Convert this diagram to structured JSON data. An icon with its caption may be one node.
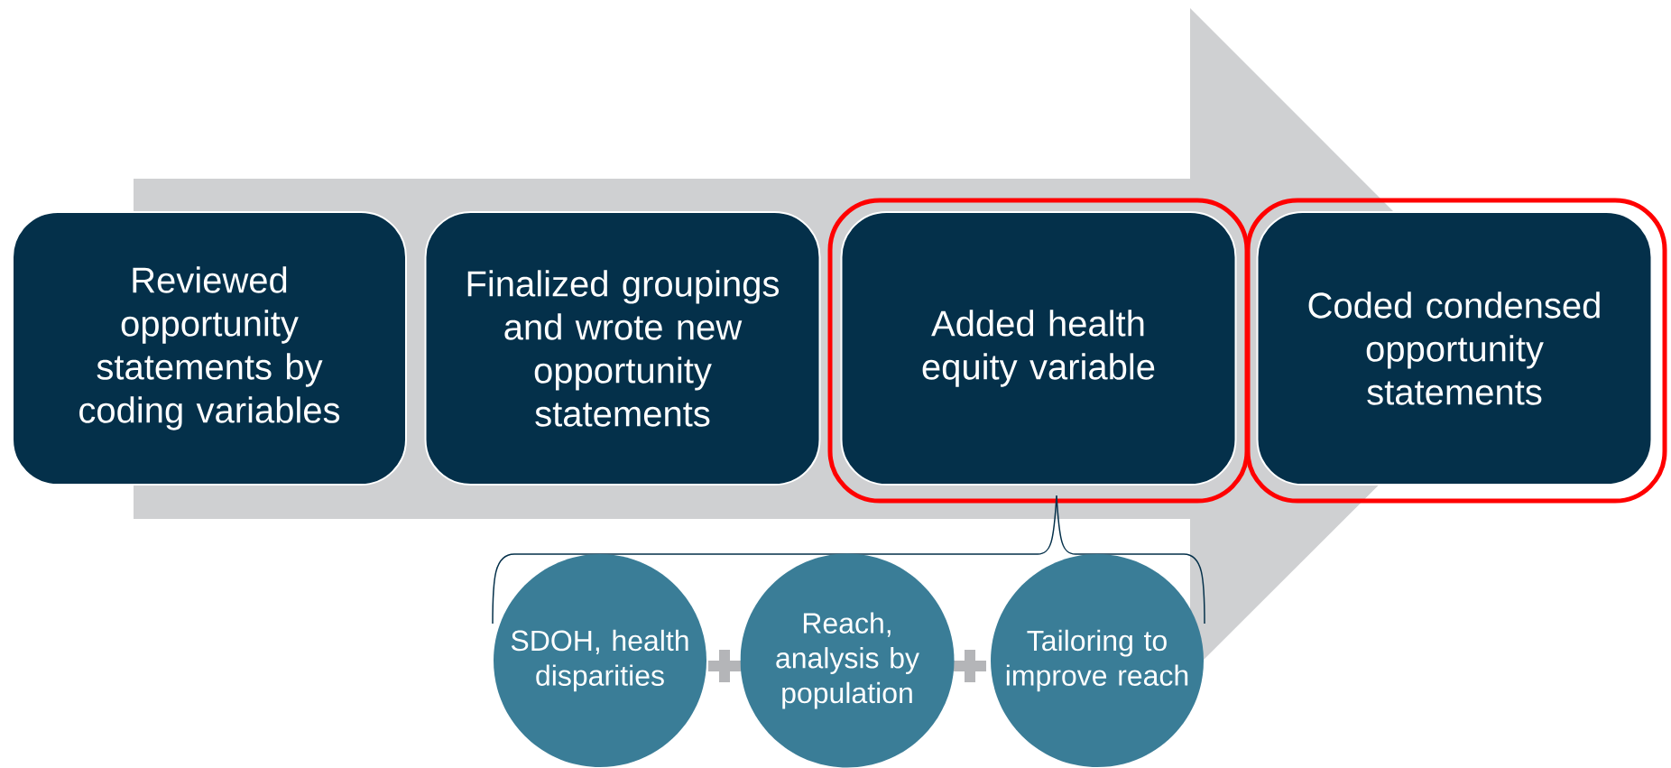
{
  "diagram": {
    "nodes": [
      {
        "text": [
          "Reviewed opportunity statements by coding variables"
        ]
      },
      {
        "text": [
          "Finalized groupings and wrote new opportunity statements"
        ]
      },
      {
        "text": [
          "Added health equity variable"
        ]
      },
      {
        "text": [
          "Coded condensed opportunity statements"
        ]
      },
      {
        "text": [
          "SDOH, health disparities"
        ]
      },
      {
        "text": [
          "Reach, analysis by population"
        ]
      },
      {
        "text": [
          "Tailoring to improve reach"
        ]
      }
    ],
    "edges": [
      {
        "from": 0,
        "to": 3,
        "arrow": "to"
      }
    ]
  }
}
